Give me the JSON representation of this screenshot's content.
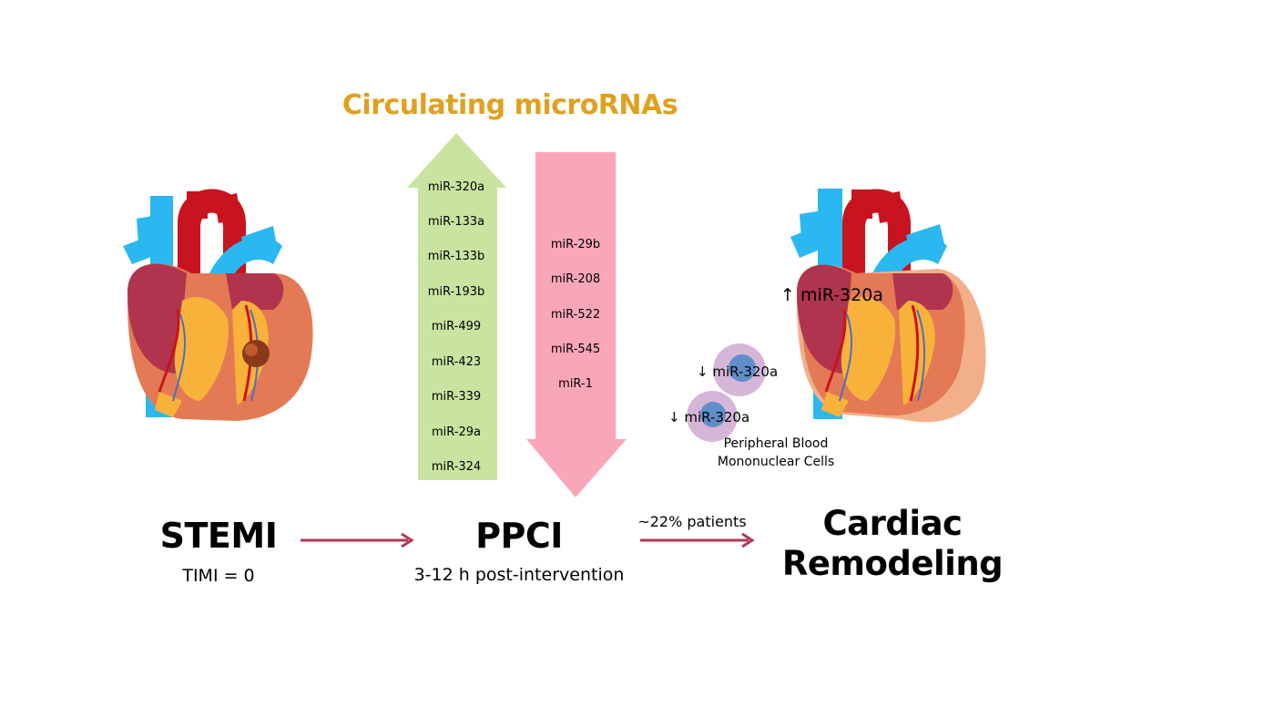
{
  "title": "Circulating microRNAs",
  "upregulated": [
    "miR-320a",
    "miR-133a",
    "miR-133b",
    "miR-193b",
    "miR-499",
    "miR-423",
    "miR-339",
    "miR-29a",
    "miR-324"
  ],
  "downregulated": [
    "miR-29b",
    "miR-208",
    "miR-522",
    "miR-545",
    "miR-1"
  ],
  "stages": {
    "stemi": {
      "title": "STEMI",
      "subtitle": "TIMI = 0"
    },
    "ppci": {
      "title": "PPCI",
      "subtitle": "3-12 h post-intervention"
    },
    "remodeling": {
      "title_line1": "Cardiac",
      "title_line2": "Remodeling"
    }
  },
  "transition_label": "~22% patients",
  "cells": {
    "label1": "↓ miR-320a",
    "label2": "↓ miR-320a",
    "pbmc_line1": "Peripheral Blood",
    "pbmc_line2": "Mononuclear Cells"
  },
  "heart_label": "↑ miR-320a",
  "colors": {
    "title": "#e0a020",
    "up_arrow": "#c9e4a0",
    "down_arrow": "#f9a6b8",
    "flow_arrow": "#b03a55",
    "vessel_blue": "#2bb8f0",
    "heart_red": "#c8141e",
    "heart_maroon": "#b0344e",
    "heart_orange": "#e47a55",
    "heart_yellow": "#f8b23a",
    "cell_outer": "#d6b6d8",
    "cell_inner": "#5f8fc6"
  }
}
